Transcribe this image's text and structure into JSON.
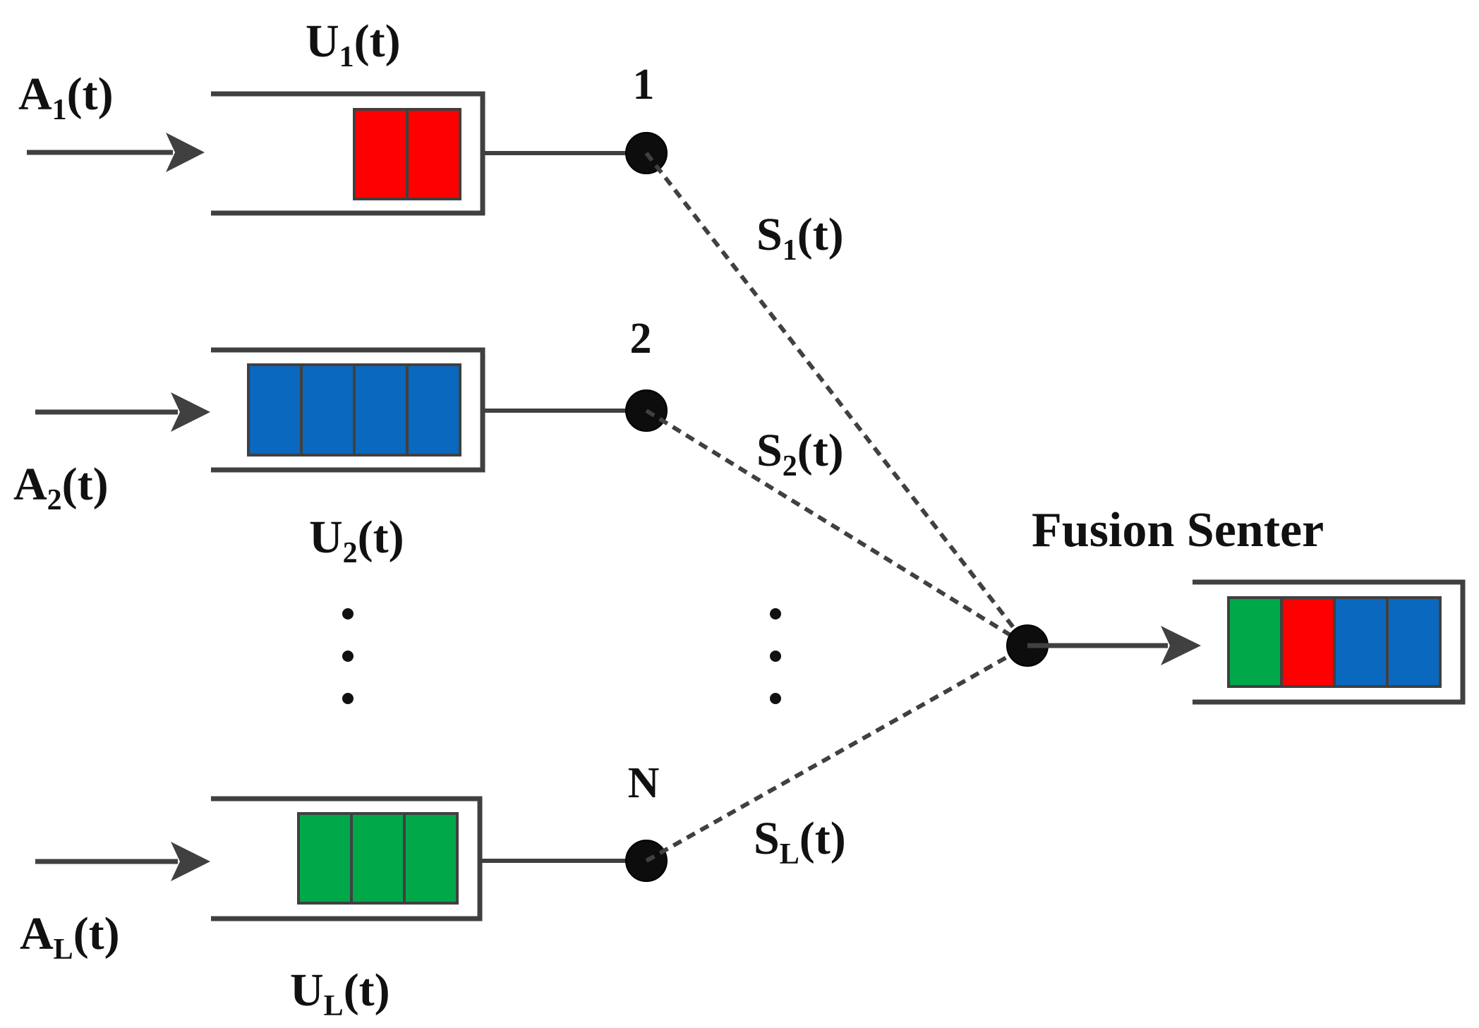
{
  "colors": {
    "red": "#ff0000",
    "blue": "#0a68be",
    "green": "#00a84a",
    "ink": "#404040"
  },
  "queues": [
    {
      "id": "1",
      "arrival": {
        "base": "A",
        "sub": "1",
        "tail": "(t)"
      },
      "backlog": {
        "base": "U",
        "sub": "1",
        "tail": "(t)"
      },
      "service": {
        "base": "S",
        "sub": "1",
        "tail": "(t)"
      },
      "node_label": "1",
      "packets": [
        "red",
        "red"
      ]
    },
    {
      "id": "2",
      "arrival": {
        "base": "A",
        "sub": "2",
        "tail": "(t)"
      },
      "backlog": {
        "base": "U",
        "sub": "2",
        "tail": "(t)"
      },
      "service": {
        "base": "S",
        "sub": "2",
        "tail": "(t)"
      },
      "node_label": "2",
      "packets": [
        "blue",
        "blue",
        "blue",
        "blue"
      ]
    },
    {
      "id": "L",
      "arrival": {
        "base": "A",
        "sub": "L",
        "tail": "(t)"
      },
      "backlog": {
        "base": "U",
        "sub": "L",
        "tail": "(t)"
      },
      "service": {
        "base": "S",
        "sub": "L",
        "tail": "(t)"
      },
      "node_label": "N",
      "packets": [
        "green",
        "green",
        "green"
      ]
    }
  ],
  "fusion_center": {
    "title": "Fusion Senter",
    "packets": [
      "green",
      "red",
      "blue",
      "blue"
    ]
  }
}
